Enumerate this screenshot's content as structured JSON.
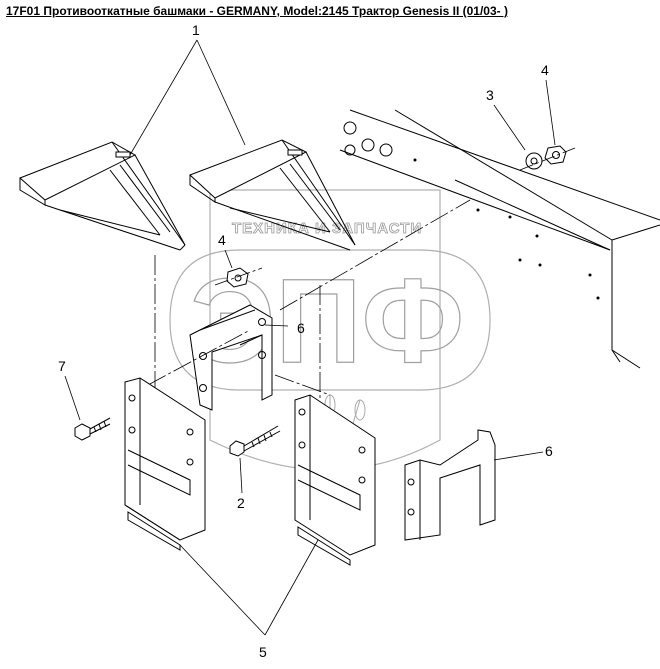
{
  "title": "17F01 Противооткатные башмаки - GERMANY, Model:2145 Трактор Genesis II (01/03- )",
  "watermark": {
    "top_text": "ТЕХНИКА И ЗАПЧАСТИ",
    "logo_text": "ЭПФ",
    "color": "#a0a0a0"
  },
  "callouts": [
    {
      "id": "1",
      "label": "1"
    },
    {
      "id": "2",
      "label": "2"
    },
    {
      "id": "3",
      "label": "3"
    },
    {
      "id": "4a",
      "label": "4"
    },
    {
      "id": "4b",
      "label": "4"
    },
    {
      "id": "5",
      "label": "5"
    },
    {
      "id": "6a",
      "label": "6"
    },
    {
      "id": "6b",
      "label": "6"
    },
    {
      "id": "7",
      "label": "7"
    }
  ]
}
